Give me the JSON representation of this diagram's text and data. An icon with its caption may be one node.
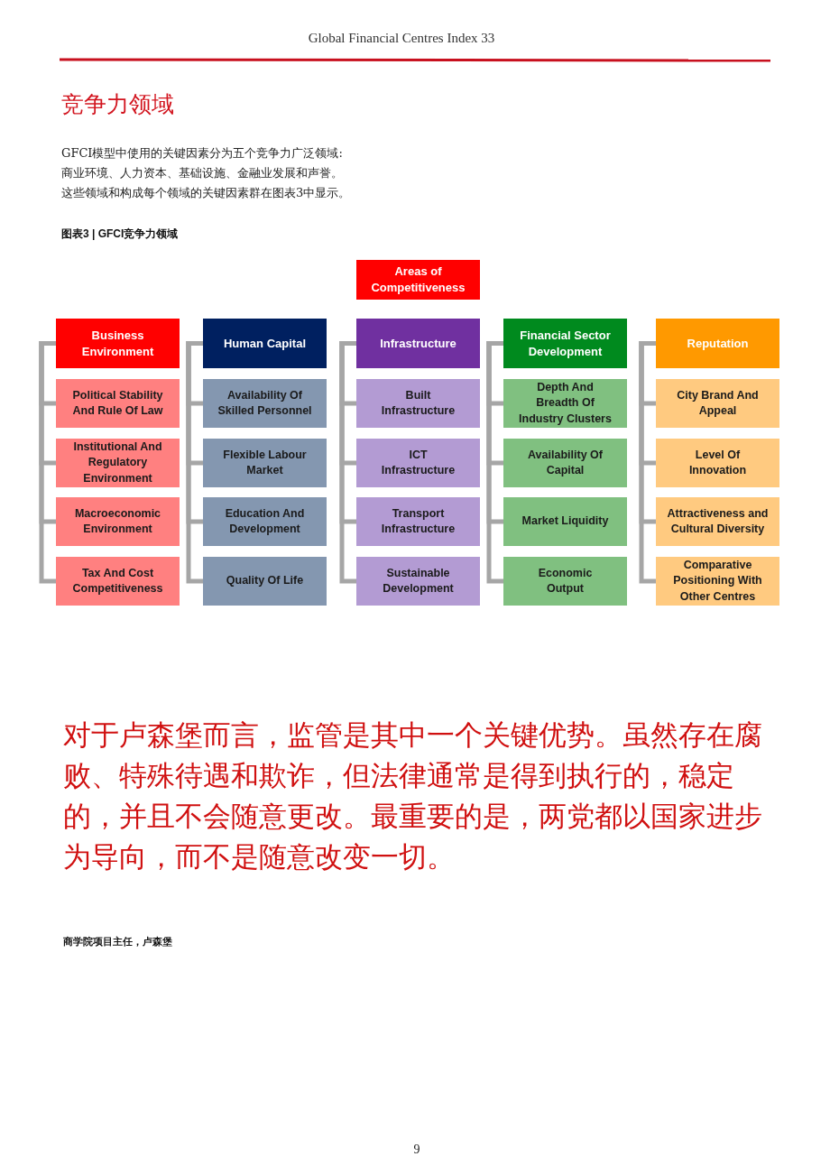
{
  "diagram": {
    "title": "图表3 | GFCI竞争力领域",
    "nodes": [
      {
        "text": [
          "Areas of Competitiveness"
        ]
      },
      {
        "text": [
          "Business Environment"
        ]
      },
      {
        "text": [
          "Political Stability And Rule Of Law"
        ]
      },
      {
        "text": [
          "Institutional And Regulatory Environment"
        ]
      },
      {
        "text": [
          "Macroeconomic Environment"
        ]
      },
      {
        "text": [
          "Tax And Cost Competitiveness"
        ]
      },
      {
        "text": [
          "Human Capital"
        ]
      },
      {
        "text": [
          "Availability Of Skilled Personnel"
        ]
      },
      {
        "text": [
          "Flexible Labour Market"
        ]
      },
      {
        "text": [
          "Education And Development"
        ]
      },
      {
        "text": [
          "Quality Of Life"
        ]
      },
      {
        "text": [
          "Infrastructure"
        ]
      },
      {
        "text": [
          "Built Infrastructure"
        ]
      },
      {
        "text": [
          "ICT Infrastructure"
        ]
      },
      {
        "text": [
          "Transport Infrastructure"
        ]
      },
      {
        "text": [
          "Sustainable Development"
        ]
      },
      {
        "text": [
          "Financial Sector Development"
        ]
      },
      {
        "text": [
          "Depth And Breadth Of Industry Clusters"
        ]
      },
      {
        "text": [
          "Availability Of Capital"
        ]
      },
      {
        "text": [
          "Market Liquidity"
        ]
      },
      {
        "text": [
          "Economic Output"
        ]
      },
      {
        "text": [
          "Reputation"
        ]
      },
      {
        "text": [
          "City Brand And Appeal"
        ]
      },
      {
        "text": [
          "Level Of Innovation"
        ]
      },
      {
        "text": [
          "Attractiveness and Cultural Diversity"
        ]
      },
      {
        "text": [
          "Comparative Positioning With Other Centres"
        ]
      }
    ],
    "edges": [
      {
        "from": 1,
        "to": 2,
        "arrow": "none"
      },
      {
        "from": 1,
        "to": 3,
        "arrow": "none"
      },
      {
        "from": 1,
        "to": 4,
        "arrow": "none"
      },
      {
        "from": 1,
        "to": 5,
        "arrow": "none"
      },
      {
        "from": 6,
        "to": 7,
        "arrow": "none"
      },
      {
        "from": 6,
        "to": 8,
        "arrow": "none"
      },
      {
        "from": 6,
        "to": 9,
        "arrow": "none"
      },
      {
        "from": 6,
        "to": 10,
        "arrow": "none"
      },
      {
        "from": 11,
        "to": 12,
        "arrow": "none"
      },
      {
        "from": 11,
        "to": 13,
        "arrow": "none"
      },
      {
        "from": 11,
        "to": 14,
        "arrow": "none"
      },
      {
        "from": 11,
        "to": 15,
        "arrow": "none"
      },
      {
        "from": 16,
        "to": 17,
        "arrow": "none"
      },
      {
        "from": 16,
        "to": 18,
        "arrow": "none"
      },
      {
        "from": 16,
        "to": 19,
        "arrow": "none"
      },
      {
        "from": 16,
        "to": 20,
        "arrow": "none"
      },
      {
        "from": 21,
        "to": 22,
        "arrow": "none"
      },
      {
        "from": 21,
        "to": 23,
        "arrow": "none"
      },
      {
        "from": 21,
        "to": 24,
        "arrow": "none"
      },
      {
        "from": 21,
        "to": 25,
        "arrow": "none"
      }
    ],
    "labels": [
      "Global Financial Centres Index 33",
      "竞争力领域",
      "GFCI模型中使用的关键因素分为五个竞争力广泛领域:商业环境、人力资本、基础设施、金融业发展和声誉。",
      "这些领域和构成每个领域的关键因素群在图表3中显示。",
      "对于卢森堡而言，监管是其中一个关键优势。虽然存在腐败、特殊待遇和欺诈，但法律通常是得到执行的，稳定的，并且不会随意更改。最重要的是，两党都以国家进步为导向，而不是随意改变一切。",
      "商学院项目主任，卢森堡",
      "9"
    ]
  }
}
